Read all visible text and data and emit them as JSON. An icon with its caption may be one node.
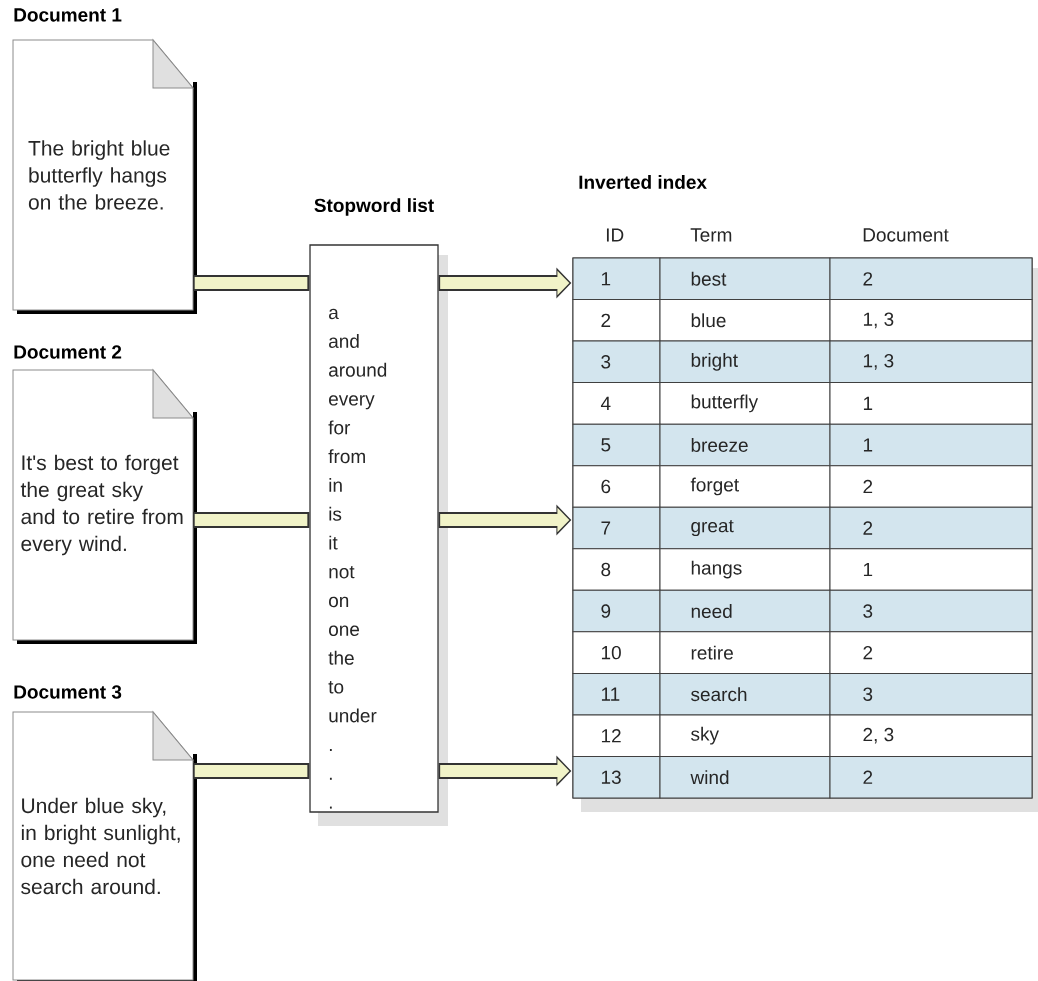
{
  "diagram": {
    "nodes": [
      {
        "text": [
          "Document 1",
          "The bright blue butterfly hangs on the breeze."
        ]
      },
      {
        "text": [
          "Document 2",
          "It's best to forget the great sky and to retire from every wind."
        ]
      },
      {
        "text": [
          "Document 3",
          "Under blue sky, in bright sunlight, one need not search around."
        ]
      },
      {
        "text": [
          "Stopword list",
          "a",
          "and",
          "around",
          "every",
          "for",
          "from",
          "in",
          "is",
          "it",
          "not",
          "on",
          "one",
          "the",
          "to",
          "under",
          ".",
          ".",
          "."
        ]
      },
      {
        "text": [
          "Inverted index"
        ]
      }
    ],
    "edges": [
      {
        "from": 0,
        "to": 3,
        "arrow": "none"
      },
      {
        "from": 1,
        "to": 3,
        "arrow": "none"
      },
      {
        "from": 2,
        "to": 3,
        "arrow": "none"
      },
      {
        "from": 3,
        "to": 4,
        "arrow": "to"
      },
      {
        "from": 3,
        "to": 4,
        "arrow": "to"
      },
      {
        "from": 3,
        "to": 4,
        "arrow": "to"
      }
    ],
    "labels": [
      "ID",
      "Term",
      "Document",
      "1",
      "best",
      "2",
      "2",
      "blue",
      "1, 3",
      "3",
      "bright",
      "1, 3",
      "4",
      "butterfly",
      "1",
      "5",
      "breeze",
      "1",
      "6",
      "forget",
      "2",
      "7",
      "great",
      "2",
      "8",
      "hangs",
      "1",
      "9",
      "need",
      "3",
      "10",
      "retire",
      "2",
      "11",
      "search",
      "3",
      "12",
      "sky",
      "2, 3",
      "13",
      "wind",
      "2"
    ]
  }
}
